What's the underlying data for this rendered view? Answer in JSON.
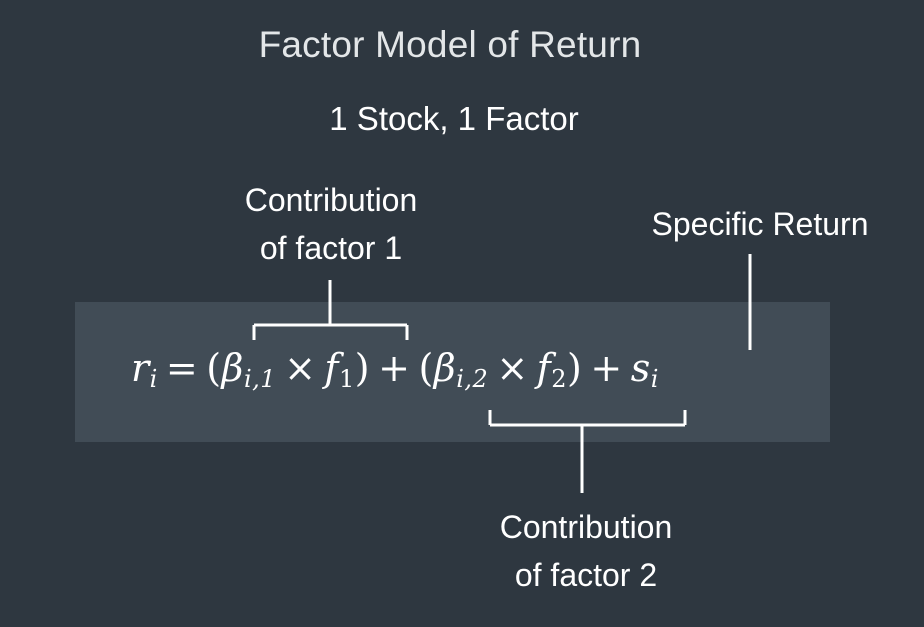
{
  "title": "Factor Model of Return",
  "subtitle": "1 Stock, 1 Factor",
  "labels": {
    "factor1": [
      "Contribution",
      "of factor 1"
    ],
    "specific": "Specific Return",
    "factor2": [
      "Contribution",
      "of factor 2"
    ]
  },
  "equation": {
    "lhs": "r",
    "lhs_sub": "i",
    "equals": "=",
    "beta": "β",
    "beta1_sub": "i,1",
    "beta2_sub": "i,2",
    "times": "×",
    "f": "f",
    "f1_sub": "1",
    "f2_sub": "2",
    "plus": "+",
    "open_paren": "(",
    "close_paren": ")",
    "s": "s",
    "s_sub": "i"
  },
  "colors": {
    "background": "#2e3740",
    "equation_box": "#414c56",
    "text": "#ffffff"
  }
}
